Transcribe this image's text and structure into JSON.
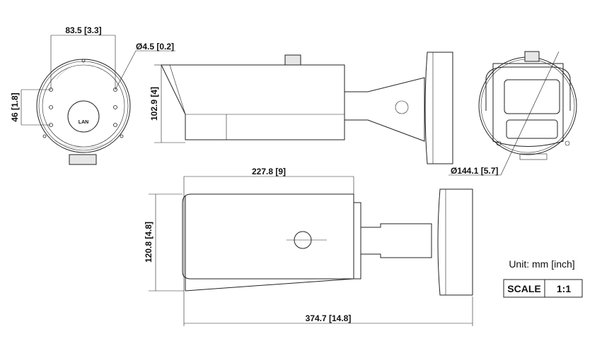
{
  "dimensions": {
    "mount_hole_spacing_h": "83.5 [3.3]",
    "mount_hole_diameter": "Ø4.5 [0.2]",
    "mount_hole_spacing_v": "46 [1.8]",
    "body_height": "102.9 [4]",
    "front_diameter": "Ø144.1 [5.7]",
    "body_length": "227.8 [9]",
    "body_width": "120.8 [4.8]",
    "total_length": "374.7 [14.8]"
  },
  "mount_label": "LAN",
  "unit_text": "Unit: mm [inch]",
  "scale": {
    "label": "SCALE",
    "value": "1:1"
  }
}
